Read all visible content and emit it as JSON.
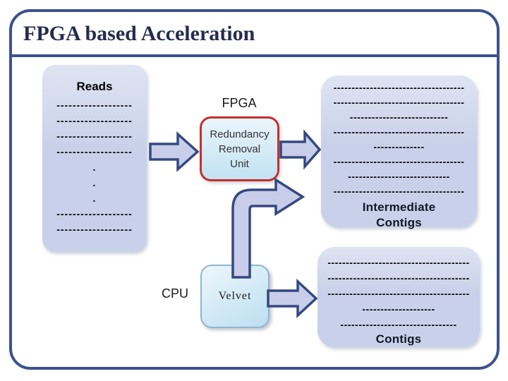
{
  "slide": {
    "title": "FPGA based Acceleration"
  },
  "labels": {
    "fpga": "FPGA",
    "cpu": "CPU"
  },
  "reads_box": {
    "title": "Reads",
    "lines": [
      "-------------------",
      "-------------------",
      "-------------------",
      "-------------------",
      ".",
      ".",
      ".",
      "-------------------",
      "-------------------"
    ]
  },
  "rru_box": {
    "line1": "Redundancy",
    "line2": "Removal",
    "line3": "Unit"
  },
  "velvet_box": {
    "label": "Velvet"
  },
  "intermediate_box": {
    "lines": [
      "------------------------------------",
      "------------------------------------",
      "---------------------------",
      "------------------------------------",
      "--------------",
      "------------------------------------",
      "----------------------------",
      "------------------------------------"
    ],
    "caption1": "Intermediate",
    "caption2": "Contigs"
  },
  "contigs_box": {
    "lines": [
      "---------------------------------------",
      "---------------------------------------",
      "---------------------------------------",
      "--------------------",
      "--------------------------------"
    ],
    "caption": "Contigs"
  },
  "colors": {
    "frame": "#3E518D",
    "title_text": "#262C4F",
    "box_fill": "#C9D1EA",
    "box_fill_light": "#DFE4F3",
    "arrow_fill": "#C8CEE9",
    "arrow_stroke": "#35487F",
    "rru_border": "#C52F2C",
    "rru_fill_top": "#EAF5FC",
    "rru_fill_bottom": "#C2E2F2",
    "velvet_border": "#90B6CE",
    "velvet_fill_top": "#EDF7FC",
    "velvet_fill_bottom": "#BCDEF0",
    "dash_text": "#000000",
    "label_text": "#1A1A1A"
  }
}
